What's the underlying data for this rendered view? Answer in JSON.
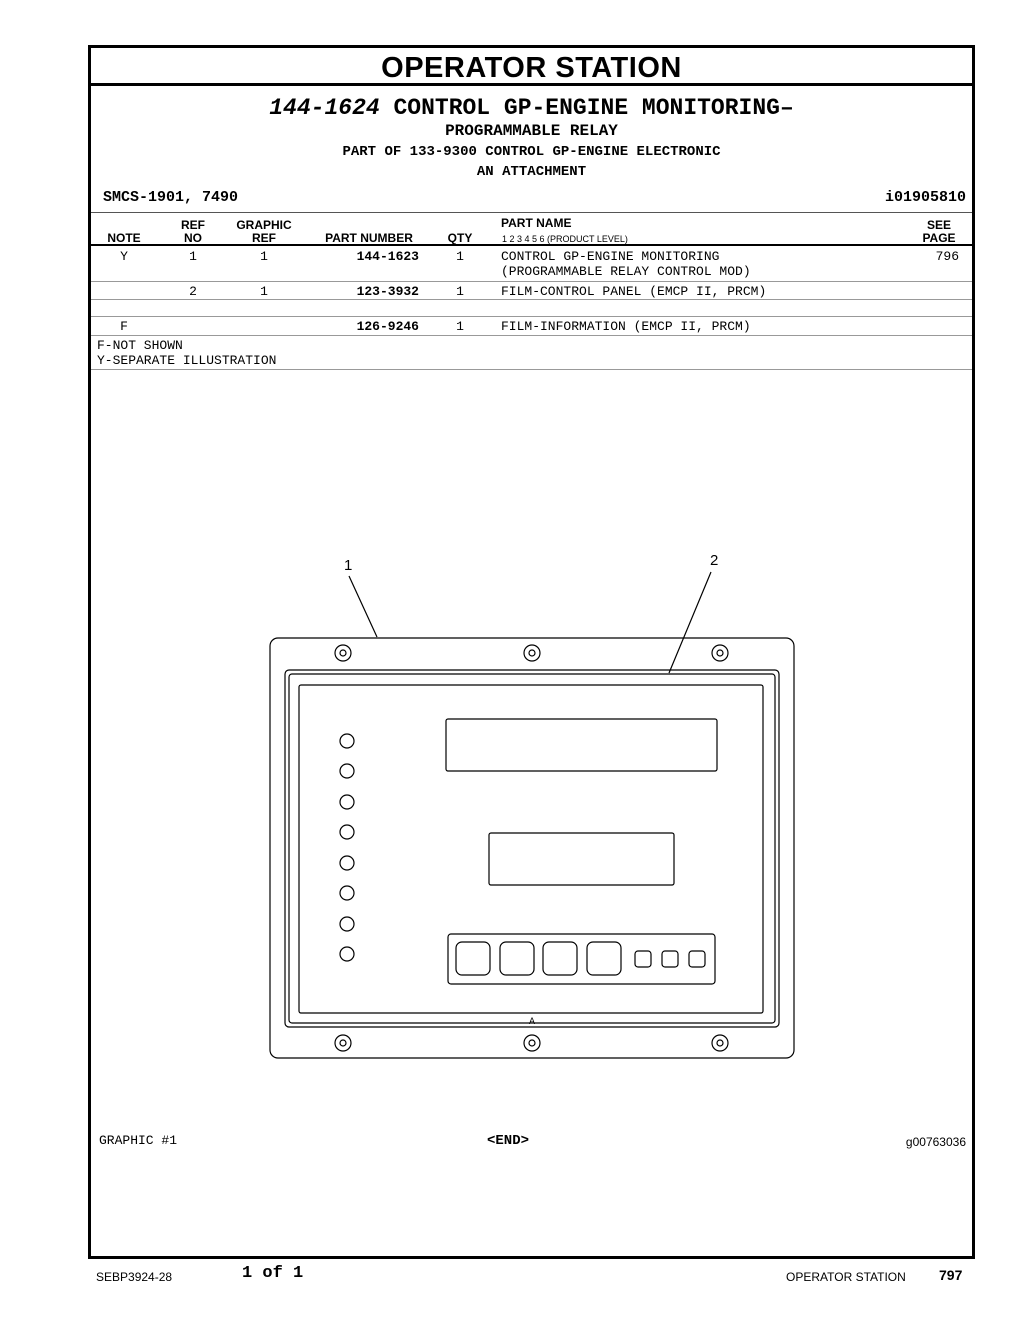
{
  "section_title": "OPERATOR STATION",
  "group": {
    "part_no": "144-1624",
    "title_line1": "CONTROL GP-ENGINE MONITORING–",
    "title_line2": "PROGRAMMABLE RELAY",
    "part_of": "PART OF 133-9300 CONTROL GP-ENGINE ELECTRONIC",
    "attachment": "AN ATTACHMENT"
  },
  "smcs": "SMCS-1901, 7490",
  "ident": "i01905810",
  "columns": {
    "note": "NOTE",
    "ref_no": [
      "REF",
      "NO"
    ],
    "graphic_ref": [
      "GRAPHIC",
      "REF"
    ],
    "part_number": "PART NUMBER",
    "qty": "QTY",
    "part_name": "PART NAME",
    "product_level": "1   2   3   4   5   6   (PRODUCT LEVEL)",
    "see_page": [
      "SEE",
      "PAGE"
    ]
  },
  "rows": [
    {
      "note": "Y",
      "ref_no": "1",
      "graphic_ref": "1",
      "part_number": "144-1623",
      "qty": "1",
      "name1": "CONTROL GP-ENGINE MONITORING",
      "name2": "(PROGRAMMABLE RELAY CONTROL MOD)",
      "see_page": "796"
    },
    {
      "note": "",
      "ref_no": "2",
      "graphic_ref": "1",
      "part_number": "123-3932",
      "qty": "1",
      "name1": "FILM-CONTROL PANEL (EMCP II, PRCM)",
      "name2": "",
      "see_page": ""
    },
    {
      "note": "F",
      "ref_no": "",
      "graphic_ref": "",
      "part_number": "126-9246",
      "qty": "1",
      "name1": "FILM-INFORMATION (EMCP II, PRCM)",
      "name2": "",
      "see_page": ""
    }
  ],
  "legend": [
    "F-NOT SHOWN",
    "Y-SEPARATE ILLUSTRATION"
  ],
  "illustration": {
    "callouts": [
      "1",
      "2"
    ],
    "small_label": "A"
  },
  "graphic_label": "GRAPHIC #1",
  "end_marker": "<END>",
  "graphic_id": "g00763036",
  "footer": {
    "doc": "SEBP3924-28",
    "pages": "1 of 1",
    "section": "OPERATOR STATION",
    "page": "797"
  }
}
